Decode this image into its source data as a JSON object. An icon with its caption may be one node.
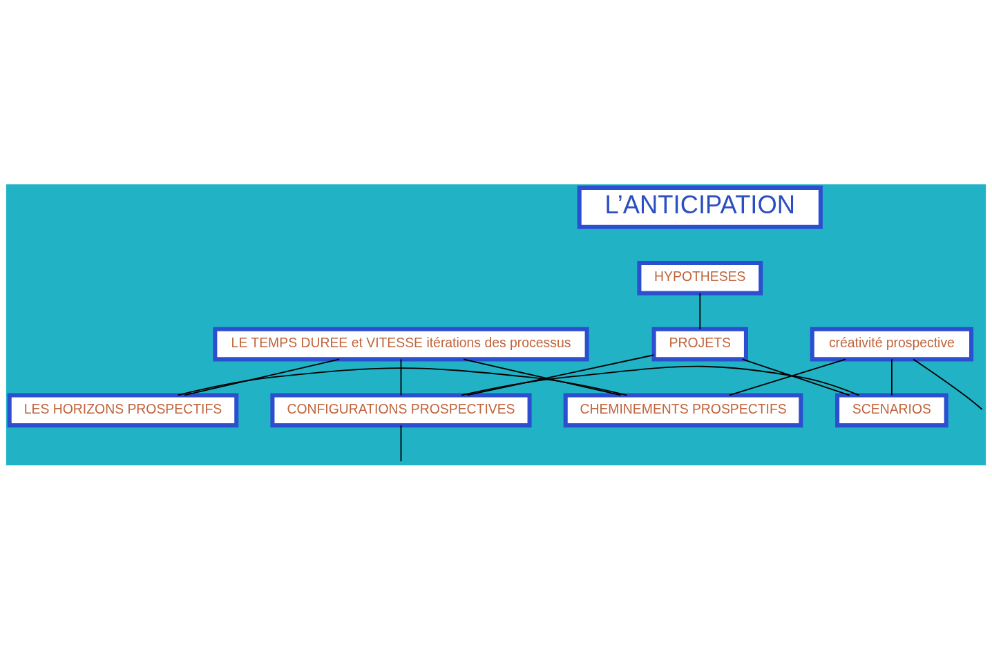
{
  "diagram": {
    "nodes": [
      {
        "text": [
          "L’ANTICIPATION"
        ]
      },
      {
        "text": [
          "HYPOTHESES"
        ]
      },
      {
        "text": [
          "LES HORIZONS PROSPECTIFS"
        ]
      },
      {
        "text": [
          "CHEMINEMENTS PROSPECTIFS"
        ]
      },
      {
        "text": [
          "LE TEMPS DUREE et VITESSE itérations des processus"
        ]
      },
      {
        "text": [
          "créativité prospective"
        ]
      },
      {
        "text": [
          "PROJETS"
        ]
      },
      {
        "text": [
          "CONFIGURATIONS PROSPECTIVES"
        ]
      },
      {
        "text": [
          "SCENARIOS"
        ]
      }
    ],
    "edges": [
      {
        "from": 1,
        "to": 6,
        "arrow": "none"
      },
      {
        "from": 2,
        "to": 3,
        "arrow": "none"
      },
      {
        "from": 2,
        "to": 4,
        "arrow": "none"
      },
      {
        "from": 4,
        "to": 3,
        "arrow": "none"
      },
      {
        "from": 3,
        "to": 5,
        "arrow": "none"
      },
      {
        "from": 5,
        "to": 8,
        "arrow": "none"
      },
      {
        "from": 5,
        "to": null,
        "arrow": "none"
      },
      {
        "from": 4,
        "to": 7,
        "arrow": "none"
      },
      {
        "from": 6,
        "to": 7,
        "arrow": "none"
      },
      {
        "from": 6,
        "to": 8,
        "arrow": "none"
      },
      {
        "from": 7,
        "to": 8,
        "arrow": "none"
      },
      {
        "from": 7,
        "to": null,
        "arrow": "none"
      }
    ]
  }
}
